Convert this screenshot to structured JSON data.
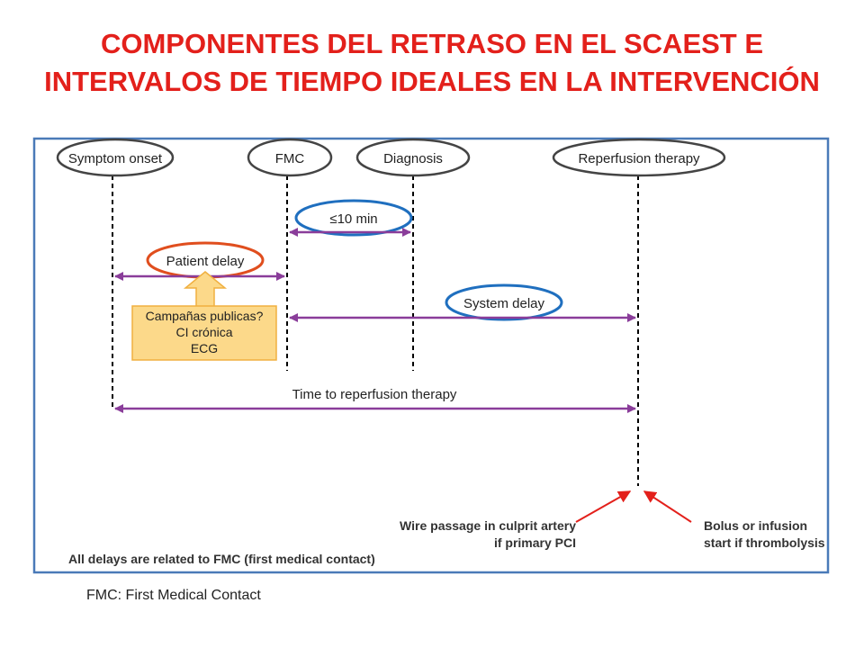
{
  "title": {
    "line1": "COMPONENTES DEL RETRASO EN EL SCAEST E",
    "line2": "INTERVALOS DE TIEMPO IDEALES EN LA INTERVENCIÓN"
  },
  "milestones": {
    "symptom_onset": "Symptom onset",
    "fmc": "FMC",
    "diagnosis": "Diagnosis",
    "reperfusion": "Reperfusion therapy"
  },
  "intervals": {
    "ten_min": "≤10 min",
    "patient_delay": "Patient delay",
    "system_delay": "System delay",
    "time_to_reperfusion": "Time to reperfusion therapy"
  },
  "callout": {
    "line1": "Campañas publicas?",
    "line2": "CI crónica",
    "line3": "ECG"
  },
  "notes": {
    "wire_line1": "Wire passage in culprit artery",
    "wire_line2": "if primary PCI",
    "bolus_line1": "Bolus or infusion",
    "bolus_line2": "start if thrombolysis",
    "all_delays": "All delays are related to FMC (first medical contact)"
  },
  "footnote": "FMC: First Medical Contact",
  "colors": {
    "title": "#e3201b",
    "frame": "#4a7ab8",
    "arrow": "#8a3d9a",
    "highlight_red": "#e04e1e",
    "highlight_blue": "#1f6fbf",
    "callout_fill": "#fcd98a",
    "callout_border": "#f0b040",
    "note_arrow": "#e3201b"
  }
}
